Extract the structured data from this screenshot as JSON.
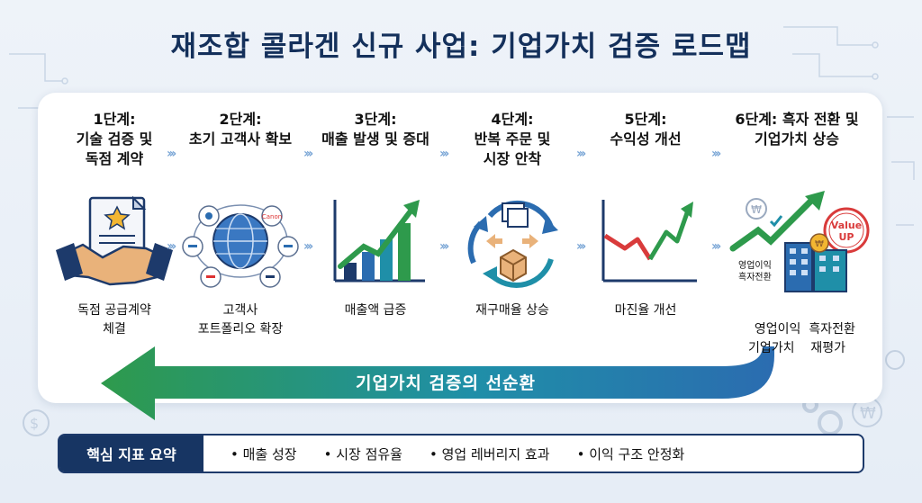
{
  "title": "재조합 콜라겐 신규 사업: 기업가치 검증 로드맵",
  "stages": [
    {
      "title_lines": [
        "1단계:",
        "기술 검증 및",
        "독점 계약"
      ],
      "caption_lines": [
        "독점 공급계약",
        "체결"
      ]
    },
    {
      "title_lines": [
        "2단계:",
        "초기 고객사 확보"
      ],
      "caption_lines": [
        "고객사",
        "포트폴리오 확장"
      ]
    },
    {
      "title_lines": [
        "3단계:",
        "매출 발생 및 증대"
      ],
      "caption_lines": [
        "매출액 급증"
      ]
    },
    {
      "title_lines": [
        "4단계:",
        "반복 주문 및",
        "시장 안착"
      ],
      "caption_lines": [
        "재구매율 상승"
      ]
    },
    {
      "title_lines": [
        "5단계:",
        "수익성 개선"
      ],
      "caption_lines": [
        "마진율 개선"
      ]
    },
    {
      "title_lines": [
        "6단계: 흑자 전환 및",
        "기업가치 상승"
      ],
      "caption_lines": [
        "영업이익  흑자전환",
        "기업가치    재평가"
      ]
    }
  ],
  "icon_texts": {
    "customer_logo": "Canon",
    "stamp_line1": "Value",
    "stamp_line2": "UP",
    "building_label_line1": "영업이익",
    "building_label_line2": "흑자전환",
    "coin_symbol": "₩"
  },
  "cycle_label": "기업가치 검증의 선순환",
  "summary": {
    "label": "핵심 지표 요약",
    "items": [
      "매출 성장",
      "시장 점유율",
      "영업 레버리지 효과",
      "이익 구조 안정화"
    ]
  },
  "colors": {
    "title": "#14305b",
    "navy": "#173563",
    "green": "#2e9a4c",
    "teal": "#1f8fa8",
    "blue": "#2b6cb0",
    "red": "#d93b3b",
    "chevron": "#7aa6d6"
  }
}
